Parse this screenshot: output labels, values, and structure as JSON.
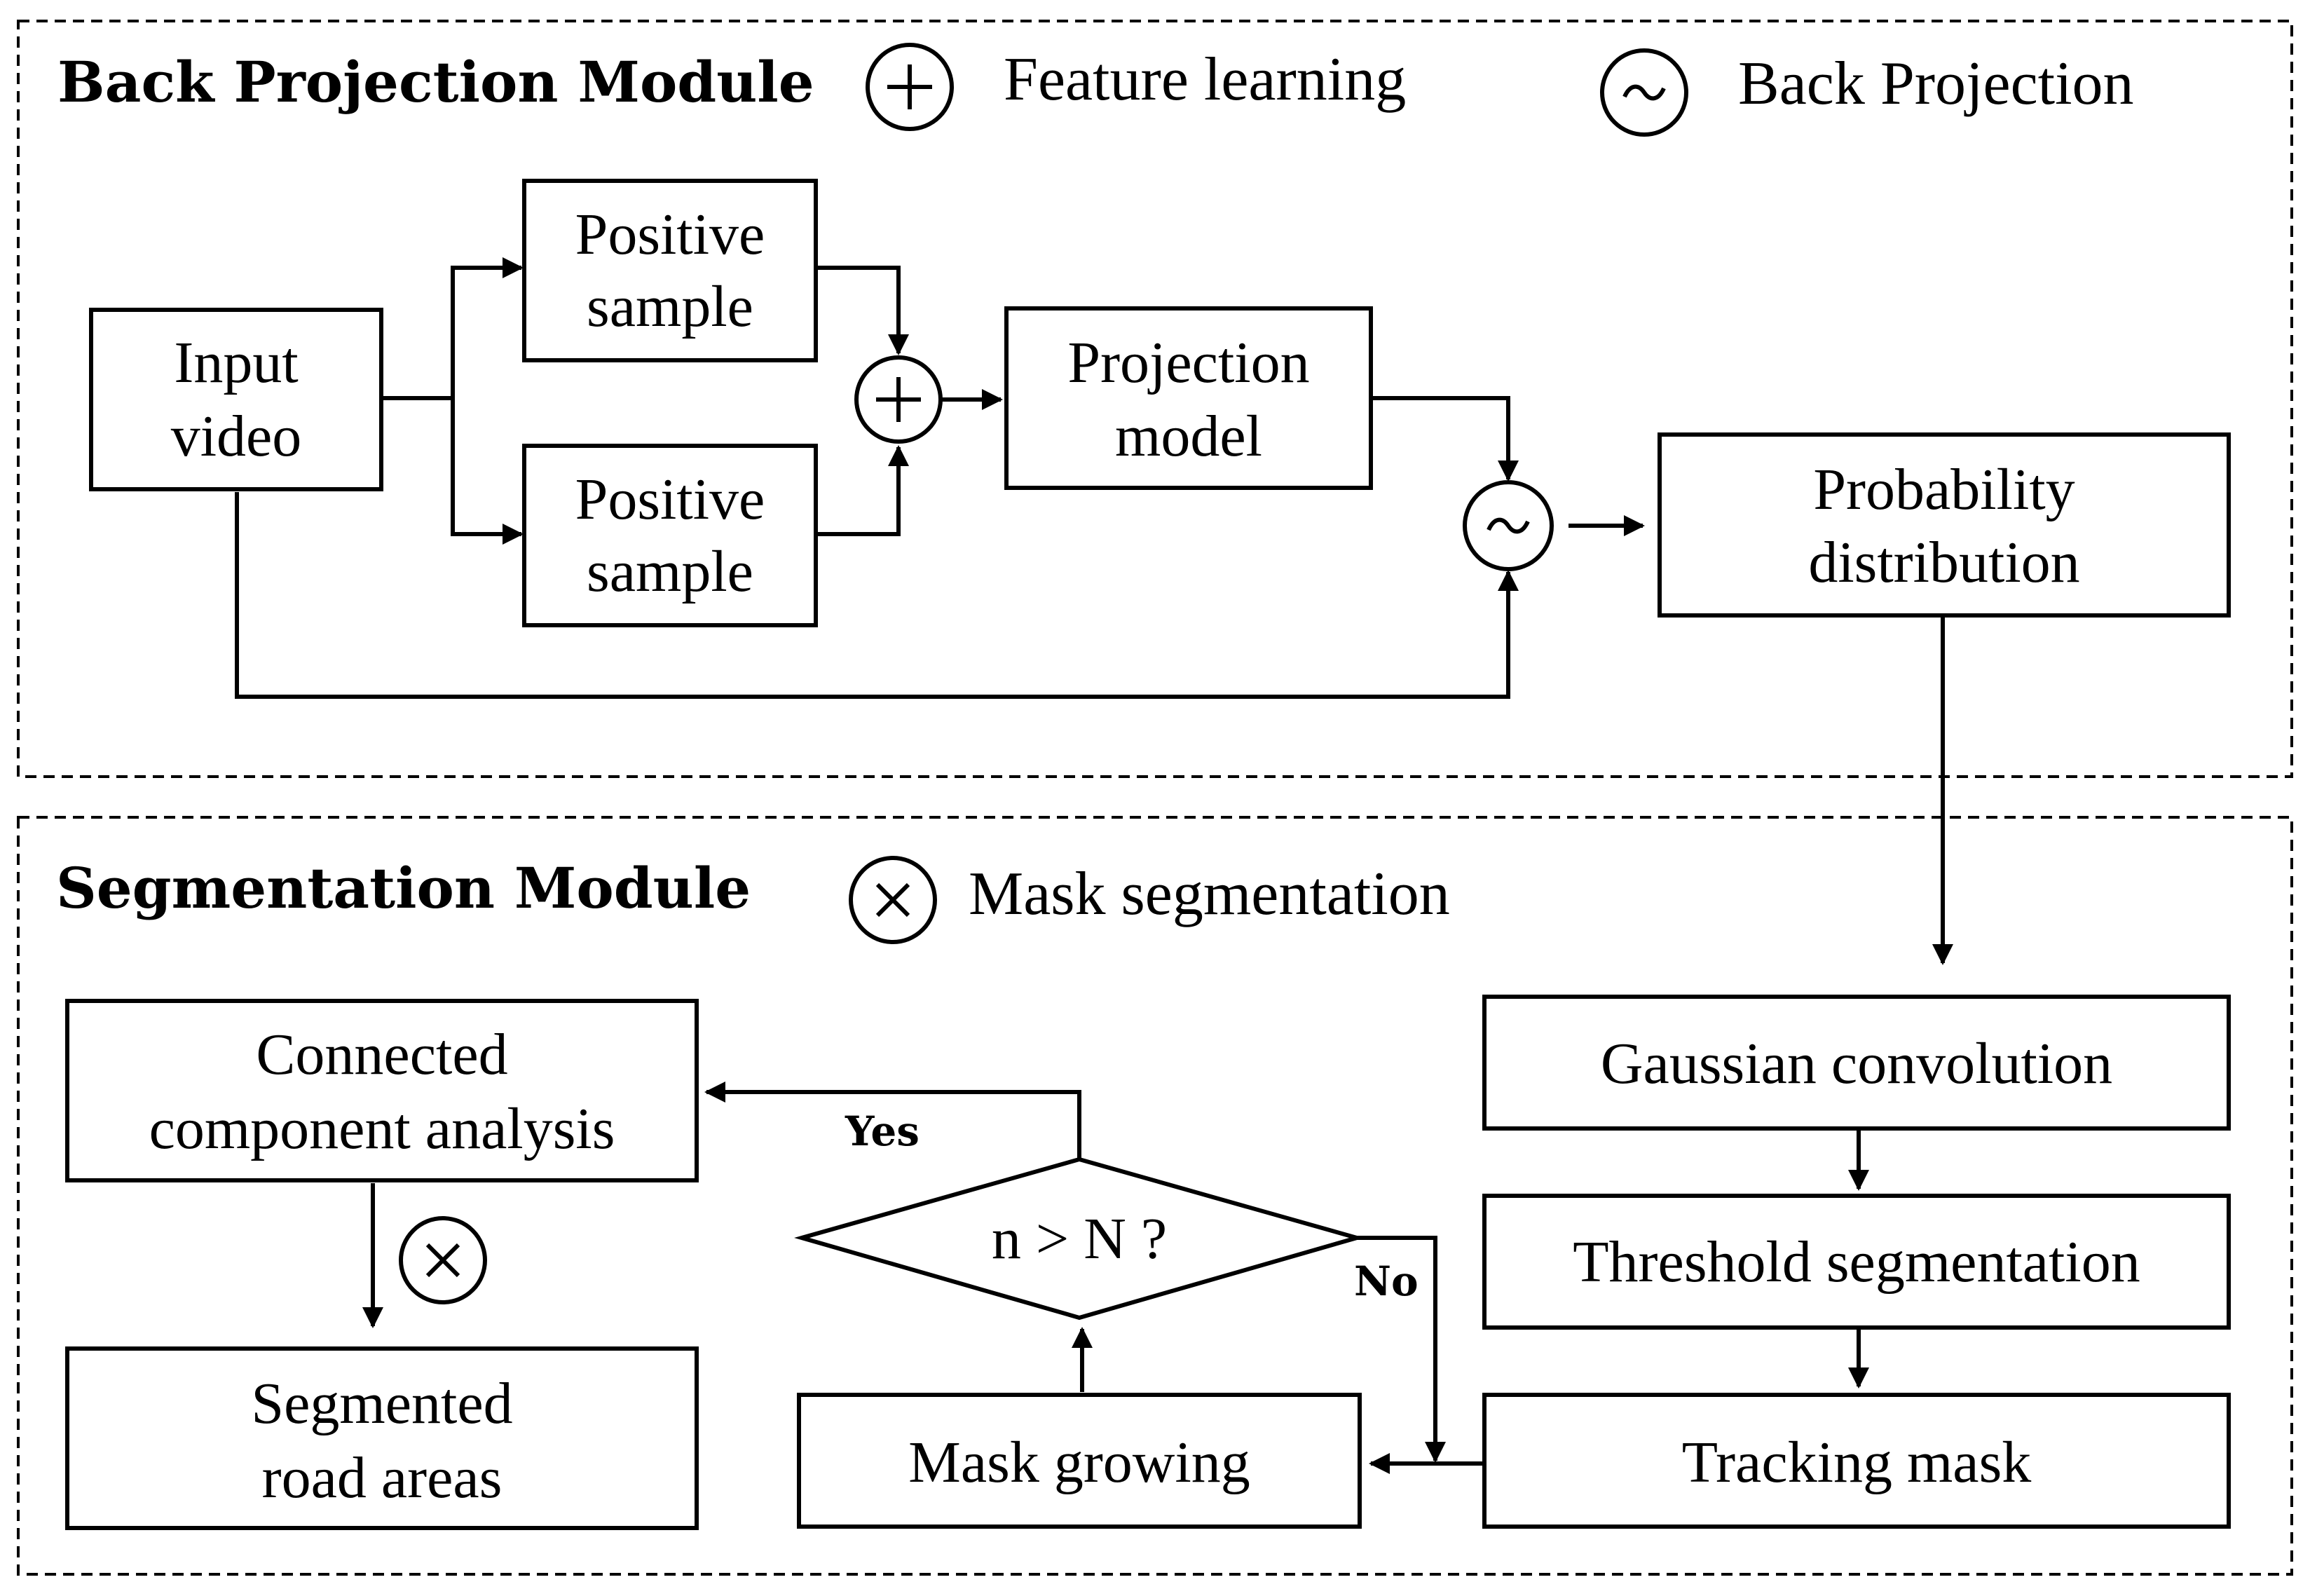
{
  "modules": {
    "back_projection": {
      "title": "Back Projection Module"
    },
    "segmentation": {
      "title": "Segmentation Module"
    }
  },
  "legend": {
    "feature_learning": {
      "symbol": "plus-circle",
      "label": "Feature learning"
    },
    "back_projection": {
      "symbol": "tilde-circle",
      "label": "Back Projection"
    },
    "mask_segmentation": {
      "symbol": "times-circle",
      "label": "Mask segmentation"
    }
  },
  "nodes": {
    "input_video": {
      "line1": "Input",
      "line2": "video"
    },
    "positive_sample_top": {
      "line1": "Positive",
      "line2": "sample"
    },
    "positive_sample_bottom": {
      "line1": "Positive",
      "line2": "sample"
    },
    "projection_model": {
      "line1": "Projection",
      "line2": "model"
    },
    "probability_distribution": {
      "line1": "Probability",
      "line2": "distribution"
    },
    "gaussian_convolution": {
      "label": "Gaussian convolution"
    },
    "threshold_segmentation": {
      "label": "Threshold segmentation"
    },
    "tracking_mask": {
      "label": "Tracking mask"
    },
    "mask_growing": {
      "label": "Mask growing"
    },
    "decision": {
      "label": "n > N ?"
    },
    "connected_component": {
      "line1": "Connected",
      "line2": "component analysis"
    },
    "segmented_road": {
      "line1": "Segmented",
      "line2": "road areas"
    }
  },
  "edge_labels": {
    "yes": "Yes",
    "no": "No"
  }
}
